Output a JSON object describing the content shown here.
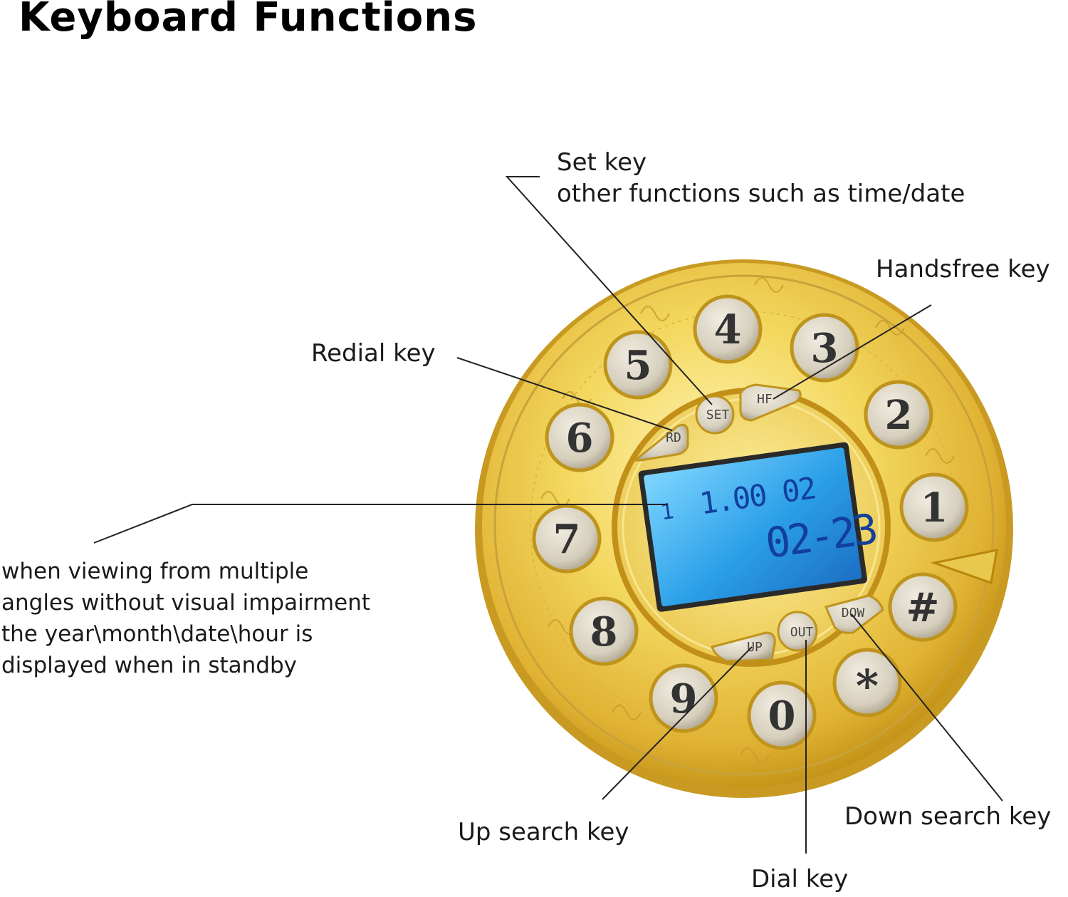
{
  "title": "Keyboard Functions",
  "callouts": {
    "set": [
      "Set key",
      "other functions such as time/date"
    ],
    "handsfree": "Handsfree key",
    "redial": "Redial key",
    "display": [
      "when viewing from multiple",
      "angles without visual impairment",
      "the year\\month\\date\\hour is",
      "displayed when in standby"
    ],
    "up": "Up search key",
    "down": "Down search key",
    "dial": "Dial key"
  },
  "keys": {
    "k4": "4",
    "k3": "3",
    "k5": "5",
    "k2": "2",
    "k6": "6",
    "k1": "1",
    "k7": "7",
    "khash": "#",
    "k8": "8",
    "kstar": "*",
    "k9": "9",
    "k0": "0"
  },
  "function_keys": {
    "rd": "RD",
    "set": "SET",
    "hf": "HF",
    "up": "UP",
    "out": "OUT",
    "down": "DOW"
  },
  "display": {
    "line1": "1.00 02",
    "line2": "02-23",
    "indicator": "1"
  },
  "colors": {
    "gold_light": "#f6e47a",
    "gold_mid": "#e2b93b",
    "gold_dark": "#b8860b",
    "key_face": "#d9d2c0",
    "lcd": "#2fa8ec",
    "leader": "#222222"
  }
}
